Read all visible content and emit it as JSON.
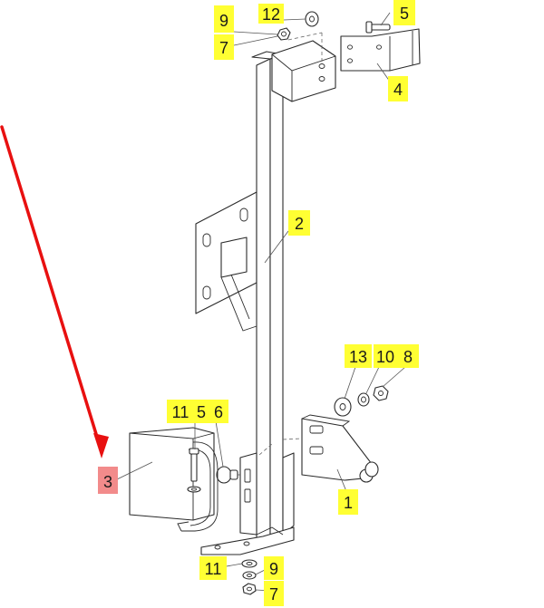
{
  "colors": {
    "tag": "#ffff33",
    "tag_highlight": "#f28b8b",
    "arrow": "#e81010",
    "line": "#2a2a2a"
  },
  "callouts": [
    {
      "id": "c9-top",
      "label": "9",
      "style": "normal"
    },
    {
      "id": "c12-top",
      "label": "12",
      "style": "normal"
    },
    {
      "id": "c7-top",
      "label": "7",
      "style": "normal"
    },
    {
      "id": "c5-top",
      "label": "5",
      "style": "normal"
    },
    {
      "id": "c4",
      "label": "4",
      "style": "normal"
    },
    {
      "id": "c2",
      "label": "2",
      "style": "normal"
    },
    {
      "id": "c13",
      "label": "13",
      "style": "normal"
    },
    {
      "id": "c10",
      "label": "10",
      "style": "normal"
    },
    {
      "id": "c8",
      "label": "8",
      "style": "normal"
    },
    {
      "id": "c11-mid",
      "label": "11",
      "style": "normal"
    },
    {
      "id": "c5-mid",
      "label": "5",
      "style": "normal"
    },
    {
      "id": "c6",
      "label": "6",
      "style": "normal"
    },
    {
      "id": "c3",
      "label": "3",
      "style": "highlight"
    },
    {
      "id": "c1",
      "label": "1",
      "style": "normal"
    },
    {
      "id": "c11-bot",
      "label": "11",
      "style": "normal"
    },
    {
      "id": "c9-bot",
      "label": "9",
      "style": "normal"
    },
    {
      "id": "c7-bot",
      "label": "7",
      "style": "normal"
    }
  ]
}
